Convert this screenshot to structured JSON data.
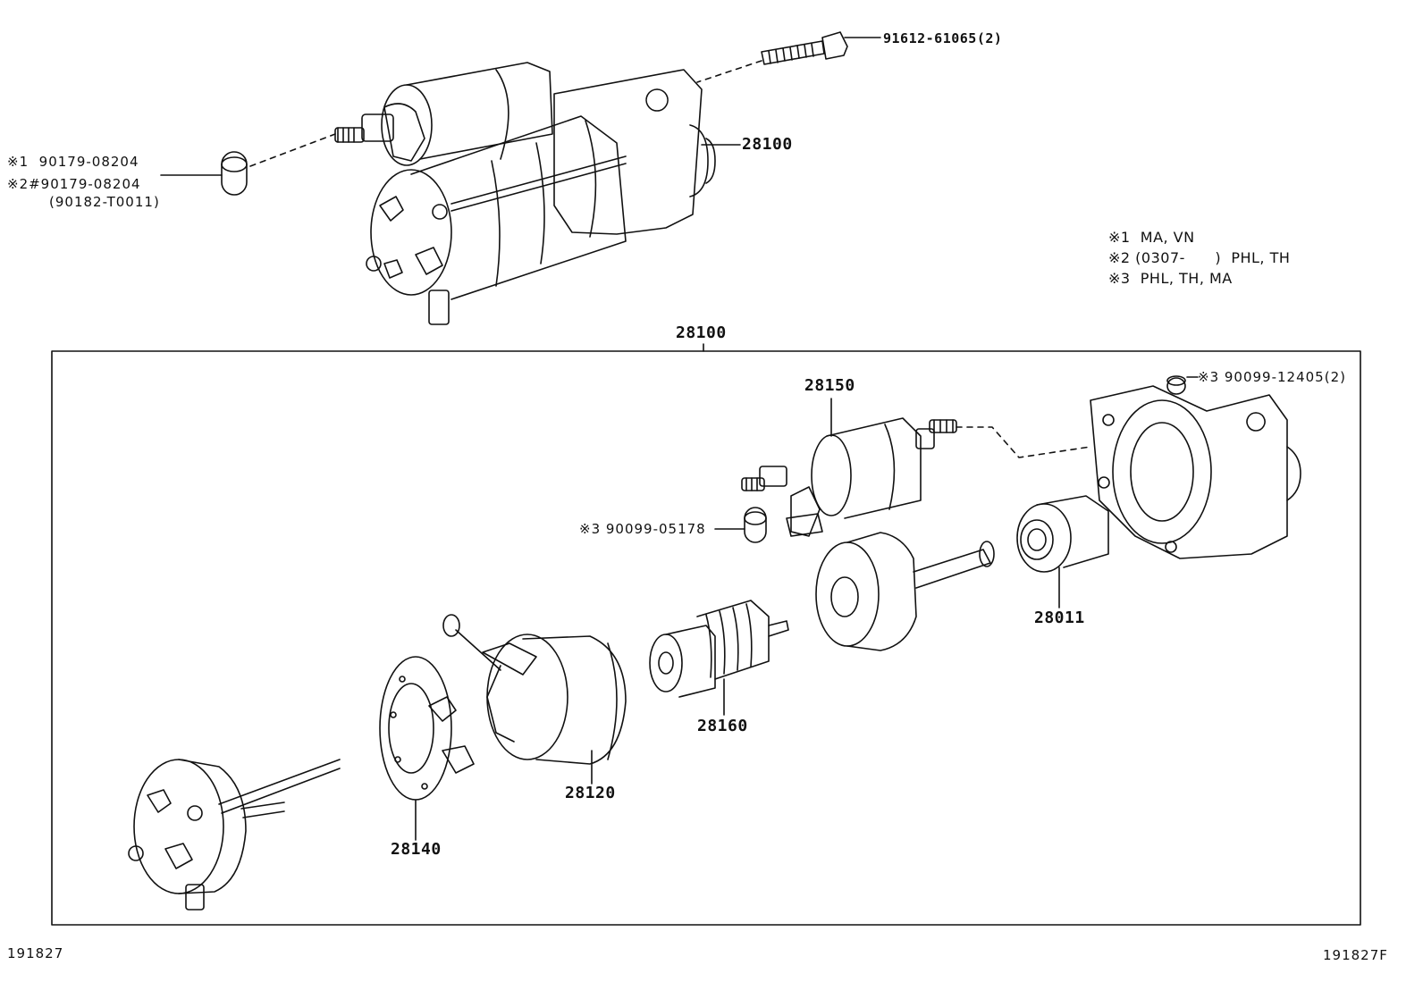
{
  "top_assembly": {
    "bolt_label": "91612-61065(2)",
    "starter_label": "28100",
    "nut_line1": "※1  90179-08204",
    "nut_line2": "※2#90179-08204",
    "nut_line3": "(90182-T0011)"
  },
  "notes": {
    "note1": "※1  MA, VN",
    "note2": "※2 (0307-      )  PHL, TH",
    "note3": "※3  PHL, TH, MA"
  },
  "exploded": {
    "frame_label": "28100",
    "solenoid": "28150",
    "washer": "※3 90099-12405(2)",
    "nut": "※3 90099-05178",
    "clutch": "28011",
    "armature": "28160",
    "yoke": "28120",
    "brush_holder": "28140"
  },
  "footer": {
    "left_code": "191827",
    "right_code": "191827F"
  }
}
